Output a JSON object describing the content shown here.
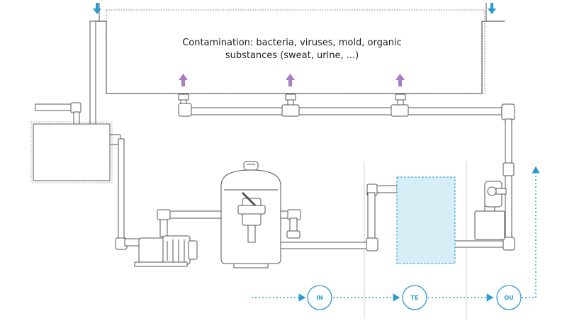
{
  "caption": {
    "line1": "Contamination: bacteria, viruses, mold, organic",
    "line2": "substances (sweat, urine, ...)"
  },
  "flow_nodes": [
    {
      "id": "in",
      "label": "IN"
    },
    {
      "id": "te",
      "label": "TE"
    },
    {
      "id": "ou",
      "label": "OU"
    }
  ],
  "colors": {
    "line": "#555555",
    "pipe_fill": "#ffffff",
    "flow_blue": "#2a9bd0",
    "inflow_arrow": "#2a9bd0",
    "contamination_arrow": "#a97cc4",
    "treatment_fill": "#d8eef7",
    "zone_divider": "#cfcfcf"
  }
}
